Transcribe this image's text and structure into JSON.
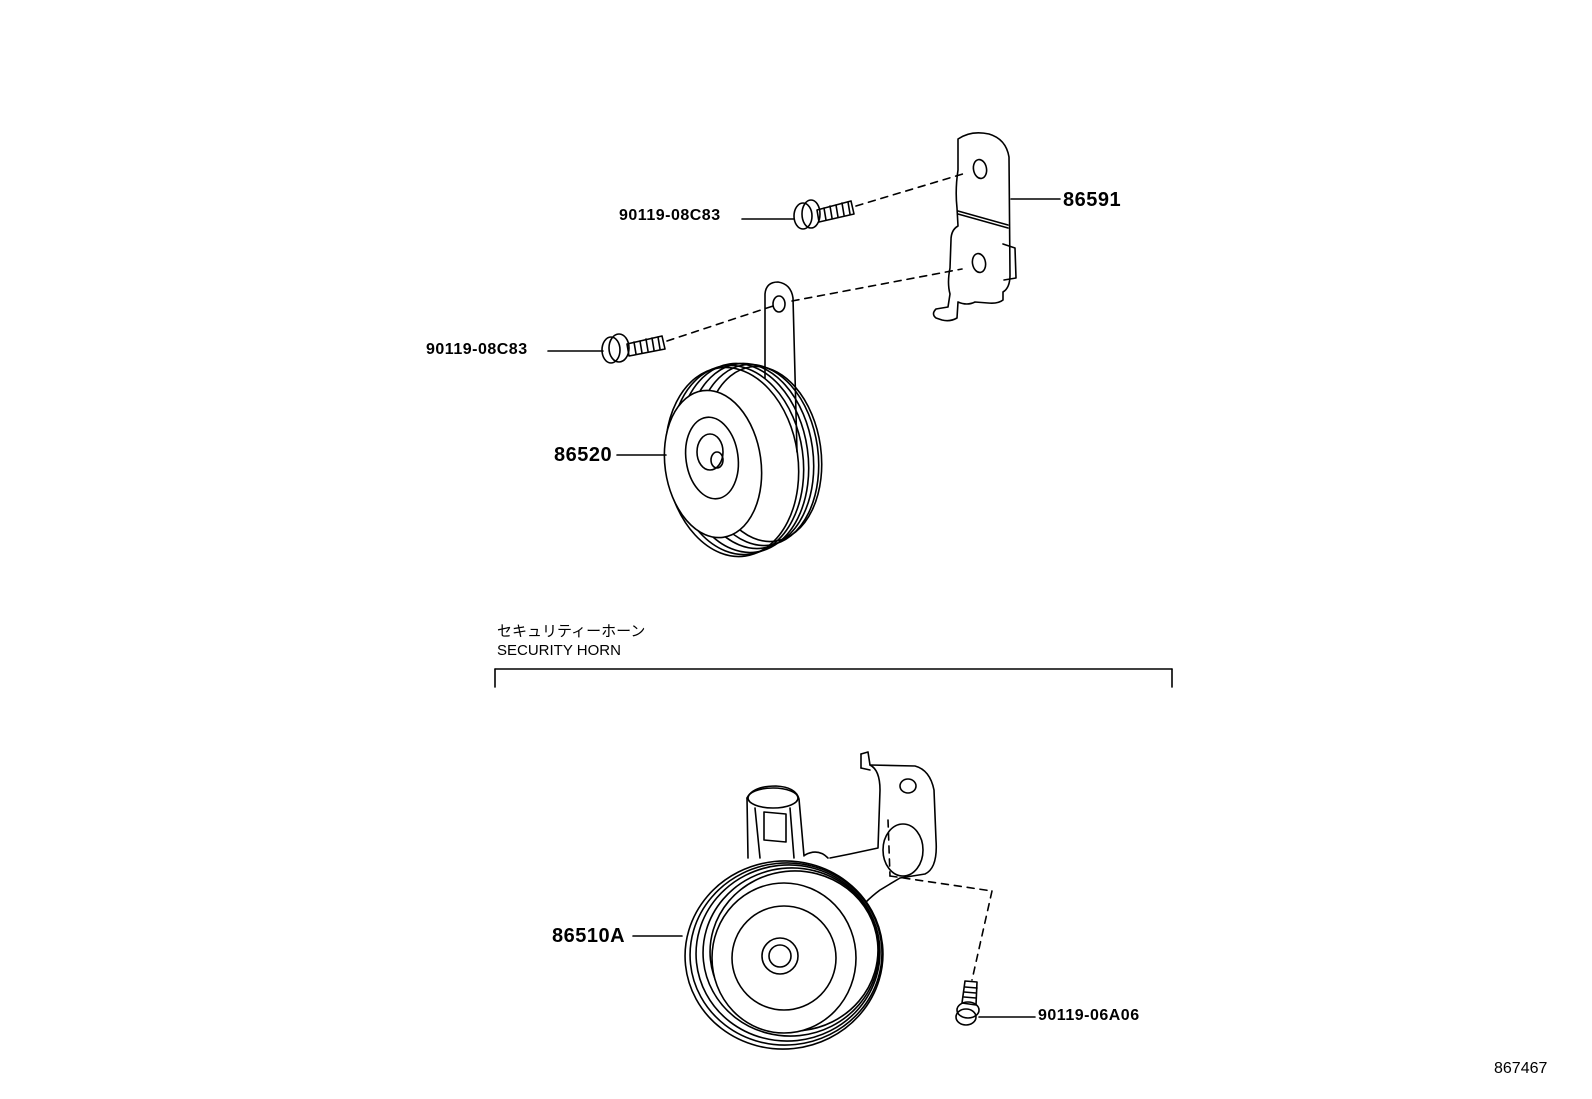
{
  "parts": {
    "bolt_upper": "90119-08C83",
    "bracket": "86591",
    "bolt_lower": "90119-08C83",
    "horn": "86520",
    "security_horn": "86510A",
    "security_bolt": "90119-06A06"
  },
  "section": {
    "title_ja": "セキュリティーホーン",
    "title_en": "SECURITY HORN"
  },
  "figure_id": "867467"
}
